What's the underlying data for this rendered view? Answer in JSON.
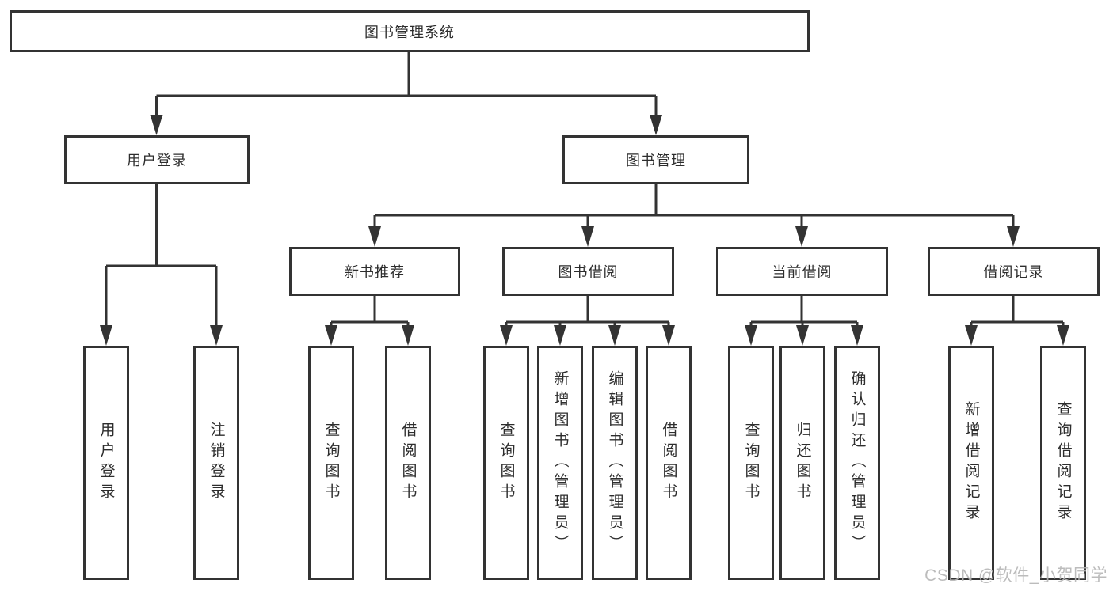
{
  "diagram": {
    "title": "图书管理系统",
    "root": {
      "label": "图书管理系统"
    },
    "level2": [
      {
        "label": "用户登录"
      },
      {
        "label": "图书管理"
      }
    ],
    "level3": [
      {
        "label": "新书推荐"
      },
      {
        "label": "图书借阅"
      },
      {
        "label": "当前借阅"
      },
      {
        "label": "借阅记录"
      }
    ],
    "leaves": {
      "user_login": [
        "用户登录",
        "注销登录"
      ],
      "new_book": [
        "查询图书",
        "借阅图书"
      ],
      "book_borrow": [
        "查询图书",
        "新增图书（管理员）",
        "编辑图书（管理员）",
        "借阅图书"
      ],
      "current_borrow": [
        "查询图书",
        "归还图书",
        "确认归还（管理员）"
      ],
      "borrow_record": [
        "新增借阅记录",
        "查询借阅记录"
      ]
    }
  },
  "watermark": {
    "text": "CSDN @软件_小贺同学"
  },
  "colors": {
    "line": "#333333",
    "text": "#2d2d2d",
    "watermark": "#b5b5b5",
    "background": "#ffffff"
  }
}
